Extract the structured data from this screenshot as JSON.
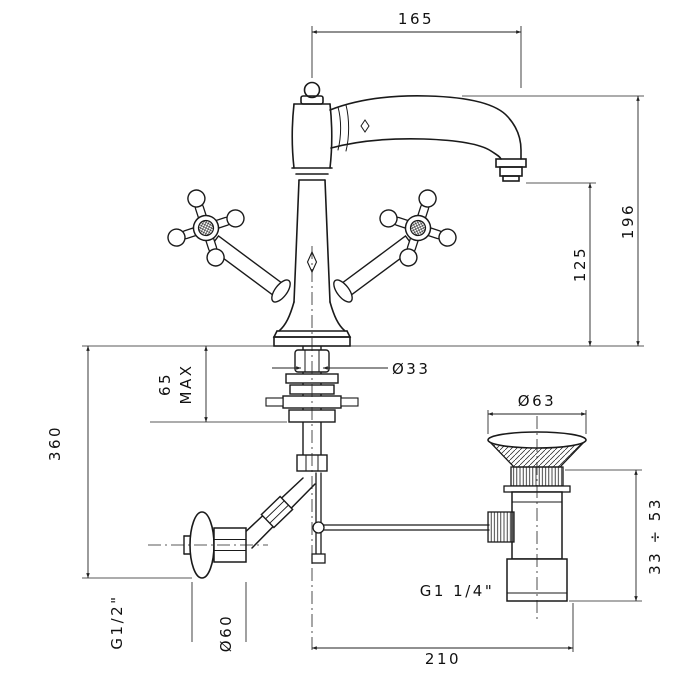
{
  "drawing": {
    "background": "#ffffff",
    "line_color": "#1a1a1a",
    "dimension_color": "#222222"
  },
  "dims": {
    "spout_reach": "165",
    "height_to_spout_top": "196",
    "height_to_outlet": "125",
    "shank_diameter": "Ø33",
    "deck_max_value": "65",
    "deck_max_word": "MAX",
    "overall_height": "360",
    "waste_flange_diameter": "Ø63",
    "waste_height_range": "33 ÷ 53",
    "supply_thread": "G1/2\"",
    "wall_flange_diameter": "Ø60",
    "waste_thread": "G1 1/4\"",
    "axis_to_waste_distance": "210"
  }
}
